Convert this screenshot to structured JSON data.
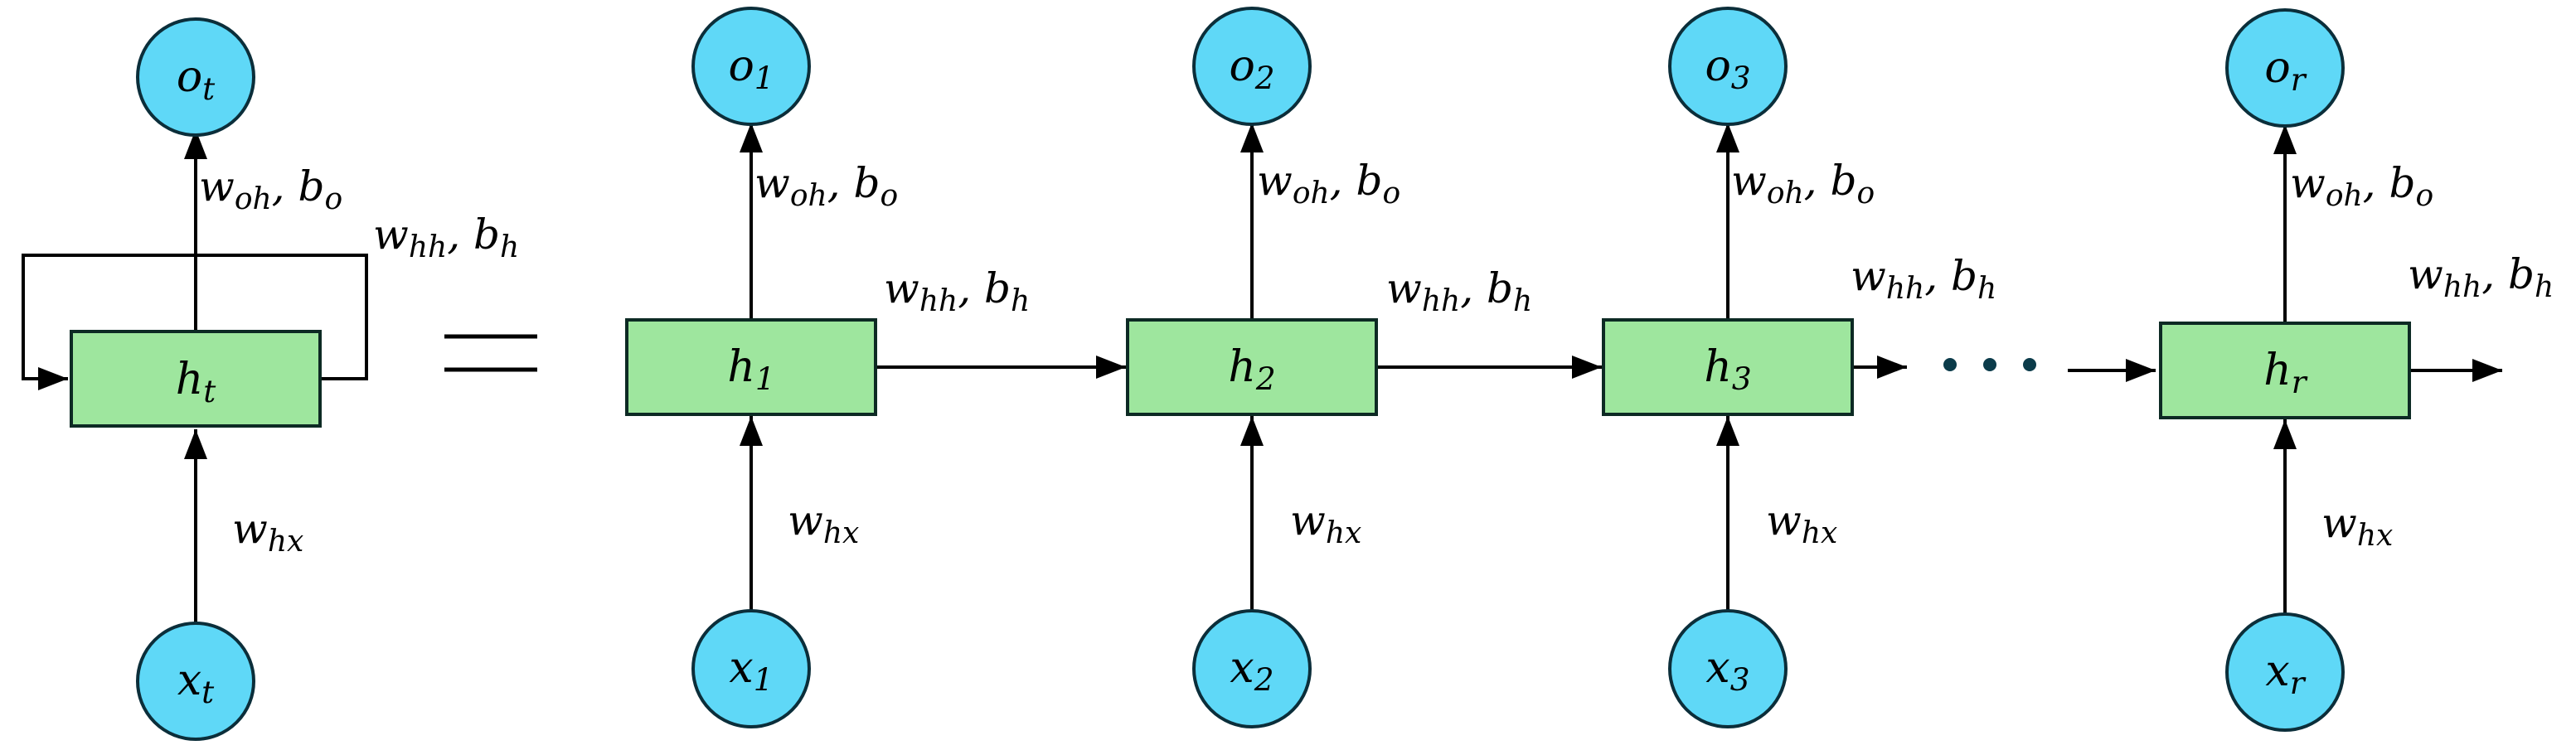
{
  "folded": {
    "output": {
      "base": "o",
      "sub": "t"
    },
    "hidden": {
      "base": "h",
      "sub": "t"
    },
    "input": {
      "base": "x",
      "sub": "t"
    },
    "w_oh_b_o": {
      "w": "w",
      "w_sub": "oh",
      "b": "b",
      "b_sub": "o"
    },
    "w_hh_b_h": {
      "w": "w",
      "w_sub": "hh",
      "b": "b",
      "b_sub": "h"
    },
    "w_hx": {
      "w": "w",
      "w_sub": "hx"
    }
  },
  "equals": "=",
  "unrolled": [
    {
      "output": {
        "base": "o",
        "sub": "1"
      },
      "hidden": {
        "base": "h",
        "sub": "1"
      },
      "input": {
        "base": "x",
        "sub": "1"
      },
      "w_oh_b_o": {
        "w": "w",
        "w_sub": "oh",
        "b": "b",
        "b_sub": "o"
      },
      "w_hh_b_h": {
        "w": "w",
        "w_sub": "hh",
        "b": "b",
        "b_sub": "h"
      },
      "w_hx": {
        "w": "w",
        "w_sub": "hx"
      }
    },
    {
      "output": {
        "base": "o",
        "sub": "2"
      },
      "hidden": {
        "base": "h",
        "sub": "2"
      },
      "input": {
        "base": "x",
        "sub": "2"
      },
      "w_oh_b_o": {
        "w": "w",
        "w_sub": "oh",
        "b": "b",
        "b_sub": "o"
      },
      "w_hh_b_h": {
        "w": "w",
        "w_sub": "hh",
        "b": "b",
        "b_sub": "h"
      },
      "w_hx": {
        "w": "w",
        "w_sub": "hx"
      }
    },
    {
      "output": {
        "base": "o",
        "sub": "3"
      },
      "hidden": {
        "base": "h",
        "sub": "3"
      },
      "input": {
        "base": "x",
        "sub": "3"
      },
      "w_oh_b_o": {
        "w": "w",
        "w_sub": "oh",
        "b": "b",
        "b_sub": "o"
      },
      "w_hh_b_h": {
        "w": "w",
        "w_sub": "hh",
        "b": "b",
        "b_sub": "h"
      },
      "w_hx": {
        "w": "w",
        "w_sub": "hx"
      }
    },
    {
      "output": {
        "base": "o",
        "sub": "r"
      },
      "hidden": {
        "base": "h",
        "sub": "r"
      },
      "input": {
        "base": "x",
        "sub": "r"
      },
      "w_oh_b_o": {
        "w": "w",
        "w_sub": "oh",
        "b": "b",
        "b_sub": "o"
      },
      "w_hh_b_h": {
        "w": "w",
        "w_sub": "hh",
        "b": "b",
        "b_sub": "h"
      },
      "w_hx": {
        "w": "w",
        "w_sub": "hx"
      }
    }
  ],
  "colors": {
    "input_output_node": "#5fd8f7",
    "hidden_node": "#9ee69e",
    "ellipsis_dots": "#0b3b4a"
  }
}
